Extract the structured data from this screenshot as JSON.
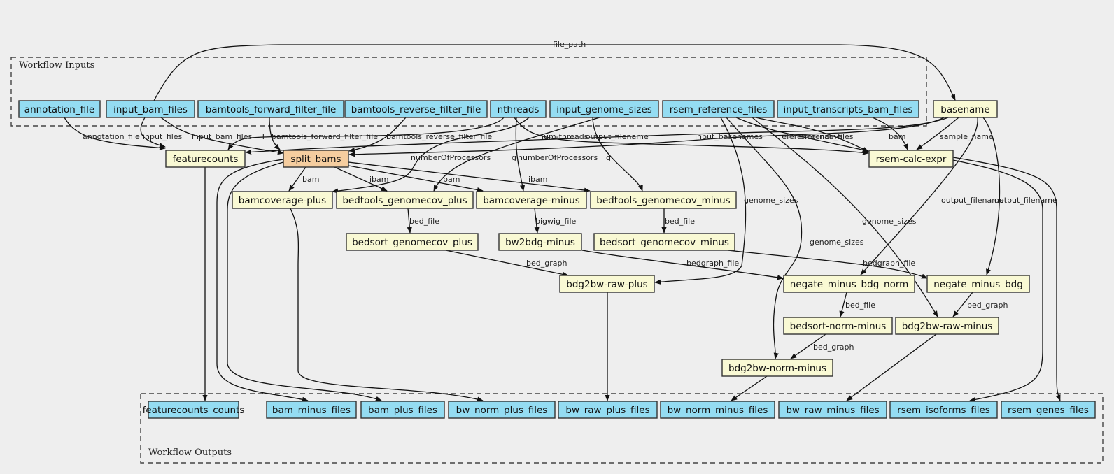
{
  "clusters": {
    "inputs": {
      "label": "Workflow Inputs"
    },
    "outputs": {
      "label": "Workflow Outputs"
    }
  },
  "colors": {
    "input": "#94dcf2",
    "step": "#f9f9d4",
    "special": "#f5cd9f",
    "background": "#eeeeee"
  },
  "nodes": [
    {
      "id": "annotation_file",
      "label": "annotation_file",
      "kind": "input"
    },
    {
      "id": "input_bam_files",
      "label": "input_bam_files",
      "kind": "input"
    },
    {
      "id": "bamtools_forward_filter_file",
      "label": "bamtools_forward_filter_file",
      "kind": "input"
    },
    {
      "id": "bamtools_reverse_filter_file",
      "label": "bamtools_reverse_filter_file",
      "kind": "input"
    },
    {
      "id": "nthreads",
      "label": "nthreads",
      "kind": "input"
    },
    {
      "id": "input_genome_sizes",
      "label": "input_genome_sizes",
      "kind": "input"
    },
    {
      "id": "rsem_reference_files",
      "label": "rsem_reference_files",
      "kind": "input"
    },
    {
      "id": "input_transcripts_bam_files",
      "label": "input_transcripts_bam_files",
      "kind": "input"
    },
    {
      "id": "basename",
      "label": "basename",
      "kind": "step"
    },
    {
      "id": "featurecounts",
      "label": "featurecounts",
      "kind": "step"
    },
    {
      "id": "split_bams",
      "label": "split_bams",
      "kind": "special"
    },
    {
      "id": "rsem-calc-expr",
      "label": "rsem-calc-expr",
      "kind": "step"
    },
    {
      "id": "bamcoverage-plus",
      "label": "bamcoverage-plus",
      "kind": "step"
    },
    {
      "id": "bedtools_genomecov_plus",
      "label": "bedtools_genomecov_plus",
      "kind": "step"
    },
    {
      "id": "bamcoverage-minus",
      "label": "bamcoverage-minus",
      "kind": "step"
    },
    {
      "id": "bedtools_genomecov_minus",
      "label": "bedtools_genomecov_minus",
      "kind": "step"
    },
    {
      "id": "bedsort_genomecov_plus",
      "label": "bedsort_genomecov_plus",
      "kind": "step"
    },
    {
      "id": "bw2bdg-minus",
      "label": "bw2bdg-minus",
      "kind": "step"
    },
    {
      "id": "bedsort_genomecov_minus",
      "label": "bedsort_genomecov_minus",
      "kind": "step"
    },
    {
      "id": "bdg2bw-raw-plus",
      "label": "bdg2bw-raw-plus",
      "kind": "step"
    },
    {
      "id": "negate_minus_bdg_norm",
      "label": "negate_minus_bdg_norm",
      "kind": "step"
    },
    {
      "id": "negate_minus_bdg",
      "label": "negate_minus_bdg",
      "kind": "step"
    },
    {
      "id": "bedsort-norm-minus",
      "label": "bedsort-norm-minus",
      "kind": "step"
    },
    {
      "id": "bdg2bw-raw-minus",
      "label": "bdg2bw-raw-minus",
      "kind": "step"
    },
    {
      "id": "bdg2bw-norm-minus",
      "label": "bdg2bw-norm-minus",
      "kind": "step"
    },
    {
      "id": "featurecounts_counts",
      "label": "featurecounts_counts",
      "kind": "input"
    },
    {
      "id": "bam_minus_files",
      "label": "bam_minus_files",
      "kind": "input"
    },
    {
      "id": "bam_plus_files",
      "label": "bam_plus_files",
      "kind": "input"
    },
    {
      "id": "bw_norm_plus_files",
      "label": "bw_norm_plus_files",
      "kind": "input"
    },
    {
      "id": "bw_raw_plus_files",
      "label": "bw_raw_plus_files",
      "kind": "input"
    },
    {
      "id": "bw_norm_minus_files",
      "label": "bw_norm_minus_files",
      "kind": "input"
    },
    {
      "id": "bw_raw_minus_files",
      "label": "bw_raw_minus_files",
      "kind": "input"
    },
    {
      "id": "rsem_isoforms_files",
      "label": "rsem_isoforms_files",
      "kind": "input"
    },
    {
      "id": "rsem_genes_files",
      "label": "rsem_genes_files",
      "kind": "input"
    }
  ],
  "edges": [
    {
      "from": "input_bam_files",
      "to": "basename",
      "label": "file_path"
    },
    {
      "from": "annotation_file",
      "to": "featurecounts",
      "label": "annotation_file"
    },
    {
      "from": "input_bam_files",
      "to": "featurecounts",
      "label": "input_files"
    },
    {
      "from": "input_bam_files",
      "to": "split_bams",
      "label": "input_bam_files"
    },
    {
      "from": "nthreads",
      "to": "featurecounts",
      "label": "T"
    },
    {
      "from": "bamtools_forward_filter_file",
      "to": "split_bams",
      "label": "bamtools_forward_filter_file"
    },
    {
      "from": "bamtools_reverse_filter_file",
      "to": "split_bams",
      "label": "bamtools_reverse_filter_file"
    },
    {
      "from": "nthreads",
      "to": "rsem-calc-expr",
      "label": "num-threads"
    },
    {
      "from": "basename",
      "to": "featurecounts",
      "label": "output_filename"
    },
    {
      "from": "basename",
      "to": "split_bams",
      "label": "input_basenames"
    },
    {
      "from": "rsem_reference_files",
      "to": "rsem-calc-expr",
      "label": "reference_name"
    },
    {
      "from": "rsem_reference_files",
      "to": "rsem-calc-expr",
      "label": "reference_files"
    },
    {
      "from": "input_transcripts_bam_files",
      "to": "rsem-calc-expr",
      "label": "bam"
    },
    {
      "from": "basename",
      "to": "rsem-calc-expr",
      "label": "sample_name"
    },
    {
      "from": "nthreads",
      "to": "bamcoverage-plus",
      "label": "numberOfProcessors"
    },
    {
      "from": "input_genome_sizes",
      "to": "bedtools_genomecov_plus",
      "label": "g"
    },
    {
      "from": "nthreads",
      "to": "bamcoverage-minus",
      "label": "numberOfProcessors"
    },
    {
      "from": "input_genome_sizes",
      "to": "bedtools_genomecov_minus",
      "label": "g"
    },
    {
      "from": "split_bams",
      "to": "bamcoverage-plus",
      "label": "bam"
    },
    {
      "from": "split_bams",
      "to": "bedtools_genomecov_plus",
      "label": "ibam"
    },
    {
      "from": "split_bams",
      "to": "bamcoverage-minus",
      "label": "bam"
    },
    {
      "from": "split_bams",
      "to": "bedtools_genomecov_minus",
      "label": "ibam"
    },
    {
      "from": "bedtools_genomecov_plus",
      "to": "bedsort_genomecov_plus",
      "label": "bed_file"
    },
    {
      "from": "bamcoverage-minus",
      "to": "bw2bdg-minus",
      "label": "bigwig_file"
    },
    {
      "from": "bedtools_genomecov_minus",
      "to": "bedsort_genomecov_minus",
      "label": "bed_file"
    },
    {
      "from": "input_genome_sizes",
      "to": "bdg2bw-raw-plus",
      "label": "genome_sizes"
    },
    {
      "from": "input_genome_sizes",
      "to": "bdg2bw-norm-minus",
      "label": "genome_sizes"
    },
    {
      "from": "input_genome_sizes",
      "to": "bdg2bw-raw-minus",
      "label": "genome_sizes"
    },
    {
      "from": "basename",
      "to": "negate_minus_bdg_norm",
      "label": "output_filename"
    },
    {
      "from": "basename",
      "to": "negate_minus_bdg",
      "label": "output_filename"
    },
    {
      "from": "bedsort_genomecov_plus",
      "to": "bdg2bw-raw-plus",
      "label": "bed_graph"
    },
    {
      "from": "bw2bdg-minus",
      "to": "negate_minus_bdg_norm",
      "label": "bedgraph_file"
    },
    {
      "from": "bedsort_genomecov_minus",
      "to": "negate_minus_bdg",
      "label": "bedgraph_file"
    },
    {
      "from": "negate_minus_bdg_norm",
      "to": "bedsort-norm-minus",
      "label": "bed_file"
    },
    {
      "from": "negate_minus_bdg",
      "to": "bdg2bw-raw-minus",
      "label": "bed_graph"
    },
    {
      "from": "bedsort-norm-minus",
      "to": "bdg2bw-norm-minus",
      "label": "bed_graph"
    },
    {
      "from": "featurecounts",
      "to": "featurecounts_counts",
      "label": ""
    },
    {
      "from": "split_bams",
      "to": "bam_minus_files",
      "label": ""
    },
    {
      "from": "split_bams",
      "to": "bam_plus_files",
      "label": ""
    },
    {
      "from": "bamcoverage-plus",
      "to": "bw_norm_plus_files",
      "label": ""
    },
    {
      "from": "bdg2bw-raw-plus",
      "to": "bw_raw_plus_files",
      "label": ""
    },
    {
      "from": "bdg2bw-norm-minus",
      "to": "bw_norm_minus_files",
      "label": ""
    },
    {
      "from": "bdg2bw-raw-minus",
      "to": "bw_raw_minus_files",
      "label": ""
    },
    {
      "from": "rsem-calc-expr",
      "to": "rsem_isoforms_files",
      "label": ""
    },
    {
      "from": "rsem-calc-expr",
      "to": "rsem_genes_files",
      "label": ""
    }
  ]
}
